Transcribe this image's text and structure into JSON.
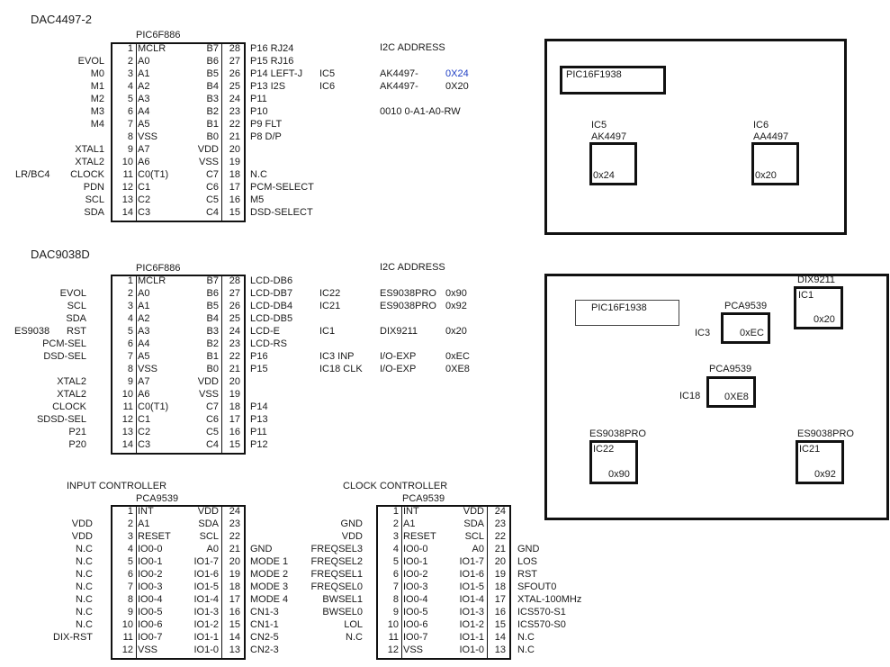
{
  "sections": {
    "dac4497": {
      "title": "DAC4497-2",
      "chip": "PIC6F886",
      "rows": [
        {
          "lsig": "",
          "pl": "1",
          "il": "MCLR",
          "ir": "B7",
          "pr": "28",
          "rsig": "P16 RJ24"
        },
        {
          "lsig": "EVOL",
          "pl": "2",
          "il": "A0",
          "ir": "B6",
          "pr": "27",
          "rsig": "P15 RJ16"
        },
        {
          "lsig": "M0",
          "pl": "3",
          "il": "A1",
          "ir": "B5",
          "pr": "26",
          "rsig": "P14 LEFT-J"
        },
        {
          "lsig": "M1",
          "pl": "4",
          "il": "A2",
          "ir": "B4",
          "pr": "25",
          "rsig": "P13 I2S"
        },
        {
          "lsig": "M2",
          "pl": "5",
          "il": "A3",
          "ir": "B3",
          "pr": "24",
          "rsig": "P11"
        },
        {
          "lsig": "M3",
          "pl": "6",
          "il": "A4",
          "ir": "B2",
          "pr": "23",
          "rsig": "P10"
        },
        {
          "lsig": "M4",
          "pl": "7",
          "il": "A5",
          "ir": "B1",
          "pr": "22",
          "rsig": "P9   FLT"
        },
        {
          "lsig": "",
          "pl": "8",
          "il": "VSS",
          "ir": "B0",
          "pr": "21",
          "rsig": "P8   D/P"
        },
        {
          "lsig": "XTAL1",
          "pl": "9",
          "il": "A7",
          "ir": "VDD",
          "pr": "20",
          "rsig": ""
        },
        {
          "lsig": "XTAL2",
          "pl": "10",
          "il": "A6",
          "ir": "VSS",
          "pr": "19",
          "rsig": ""
        },
        {
          "lsig": "CLOCK",
          "pl": "11",
          "il": "C0(T1)",
          "ir": "C7",
          "pr": "18",
          "rsig": "N.C"
        },
        {
          "lsig": "PDN",
          "pl": "12",
          "il": "C1",
          "ir": "C6",
          "pr": "17",
          "rsig": "PCM-SELECT"
        },
        {
          "lsig": "SCL",
          "pl": "13",
          "il": "C2",
          "ir": "C5",
          "pr": "16",
          "rsig": "M5"
        },
        {
          "lsig": "SDA",
          "pl": "14",
          "il": "C3",
          "ir": "C4",
          "pr": "15",
          "rsig": "DSD-SELECT"
        }
      ],
      "extra_left": [
        {
          "row": 10,
          "text": "LR/BC4"
        }
      ],
      "i2c": {
        "title": "I2C ADDRESS",
        "rows": [
          {
            "row": 2,
            "a": "IC5",
            "b": "AK4497-",
            "c": "0X24",
            "blue": true
          },
          {
            "row": 3,
            "a": "IC6",
            "b": "AK4497-",
            "c": "0X20",
            "blue": false
          },
          {
            "row": 5,
            "a": "",
            "b": "0010 0-A1-A0-RW",
            "c": "",
            "blue": false
          }
        ]
      }
    },
    "dac9038": {
      "title": "DAC9038D",
      "chip": "PIC6F886",
      "rows": [
        {
          "lsig": "",
          "pl": "1",
          "il": "MCLR",
          "ir": "B7",
          "pr": "28",
          "rsig": "LCD-DB6"
        },
        {
          "lsig": "EVOL",
          "pl": "2",
          "il": "A0",
          "ir": "B6",
          "pr": "27",
          "rsig": "LCD-DB7"
        },
        {
          "lsig": "SCL",
          "pl": "3",
          "il": "A1",
          "ir": "B5",
          "pr": "26",
          "rsig": "LCD-DB4"
        },
        {
          "lsig": "SDA",
          "pl": "4",
          "il": "A2",
          "ir": "B4",
          "pr": "25",
          "rsig": "LCD-DB5"
        },
        {
          "lsig": "RST",
          "pl": "5",
          "il": "A3",
          "ir": "B3",
          "pr": "24",
          "rsig": "LCD-E"
        },
        {
          "lsig": "PCM-SEL",
          "pl": "6",
          "il": "A4",
          "ir": "B2",
          "pr": "23",
          "rsig": "LCD-RS"
        },
        {
          "lsig": "DSD-SEL",
          "pl": "7",
          "il": "A5",
          "ir": "B1",
          "pr": "22",
          "rsig": "P16"
        },
        {
          "lsig": "",
          "pl": "8",
          "il": "VSS",
          "ir": "B0",
          "pr": "21",
          "rsig": "P15"
        },
        {
          "lsig": "XTAL2",
          "pl": "9",
          "il": "A7",
          "ir": "VDD",
          "pr": "20",
          "rsig": ""
        },
        {
          "lsig": "XTAL2",
          "pl": "10",
          "il": "A6",
          "ir": "VSS",
          "pr": "19",
          "rsig": ""
        },
        {
          "lsig": "CLOCK",
          "pl": "11",
          "il": "C0(T1)",
          "ir": "C7",
          "pr": "18",
          "rsig": "P14"
        },
        {
          "lsig": "SDSD-SEL",
          "pl": "12",
          "il": "C1",
          "ir": "C6",
          "pr": "17",
          "rsig": "P13"
        },
        {
          "lsig": "P21",
          "pl": "13",
          "il": "C2",
          "ir": "C5",
          "pr": "16",
          "rsig": "P11"
        },
        {
          "lsig": "P20",
          "pl": "14",
          "il": "C3",
          "ir": "C4",
          "pr": "15",
          "rsig": "P12"
        }
      ],
      "extra_left": [
        {
          "row": 4,
          "text": "ES9038"
        }
      ],
      "i2c": {
        "title": "I2C ADDRESS",
        "rows": [
          {
            "row": 1,
            "a": "IC22",
            "b": "ES9038PRO",
            "c": "0x90",
            "blue": false
          },
          {
            "row": 2,
            "a": "IC21",
            "b": "ES9038PRO",
            "c": "0x92",
            "blue": false
          },
          {
            "row": 4,
            "a": "IC1",
            "b": "DIX9211",
            "c": "0x20",
            "blue": false
          },
          {
            "row": 6,
            "a": "IC3  INP",
            "b": "I/O-EXP",
            "c": "0xEC",
            "blue": false
          },
          {
            "row": 7,
            "a": "IC18 CLK",
            "b": "I/O-EXP",
            "c": "0XE8",
            "blue": false
          }
        ]
      }
    },
    "input_ctrl": {
      "title": "INPUT CONTROLLER",
      "chip": "PCA9539",
      "rows": [
        {
          "lsig": "",
          "pl": "1",
          "il": "INT",
          "ir": "VDD",
          "pr": "24",
          "rsig": ""
        },
        {
          "lsig": "VDD",
          "pl": "2",
          "il": "A1",
          "ir": "SDA",
          "pr": "23",
          "rsig": ""
        },
        {
          "lsig": "VDD",
          "pl": "3",
          "il": "RESET",
          "ir": "SCL",
          "pr": "22",
          "rsig": ""
        },
        {
          "lsig": "N.C",
          "pl": "4",
          "il": "IO0-0",
          "ir": "A0",
          "pr": "21",
          "rsig": "GND"
        },
        {
          "lsig": "N.C",
          "pl": "5",
          "il": "IO0-1",
          "ir": "IO1-7",
          "pr": "20",
          "rsig": "MODE 1"
        },
        {
          "lsig": "N.C",
          "pl": "6",
          "il": "IO0-2",
          "ir": "IO1-6",
          "pr": "19",
          "rsig": "MODE 2"
        },
        {
          "lsig": "N.C",
          "pl": "7",
          "il": "IO0-3",
          "ir": "IO1-5",
          "pr": "18",
          "rsig": "MODE 3"
        },
        {
          "lsig": "N.C",
          "pl": "8",
          "il": "IO0-4",
          "ir": "IO1-4",
          "pr": "17",
          "rsig": "MODE 4"
        },
        {
          "lsig": "N.C",
          "pl": "9",
          "il": "IO0-5",
          "ir": "IO1-3",
          "pr": "16",
          "rsig": "CN1-3"
        },
        {
          "lsig": "N.C",
          "pl": "10",
          "il": "IO0-6",
          "ir": "IO1-2",
          "pr": "15",
          "rsig": "CN1-1"
        },
        {
          "lsig": "DIX-RST",
          "pl": "11",
          "il": "IO0-7",
          "ir": "IO1-1",
          "pr": "14",
          "rsig": "CN2-5"
        },
        {
          "lsig": "",
          "pl": "12",
          "il": "VSS",
          "ir": "IO1-0",
          "pr": "13",
          "rsig": "CN2-3"
        }
      ]
    },
    "clock_ctrl": {
      "title": "CLOCK CONTROLLER",
      "chip": "PCA9539",
      "rows": [
        {
          "lsig": "",
          "pl": "1",
          "il": "INT",
          "ir": "VDD",
          "pr": "24",
          "rsig": ""
        },
        {
          "lsig": "GND",
          "pl": "2",
          "il": "A1",
          "ir": "SDA",
          "pr": "23",
          "rsig": ""
        },
        {
          "lsig": "VDD",
          "pl": "3",
          "il": "RESET",
          "ir": "SCL",
          "pr": "22",
          "rsig": ""
        },
        {
          "lsig": "FREQSEL3",
          "pl": "4",
          "il": "IO0-0",
          "ir": "A0",
          "pr": "21",
          "rsig": "GND"
        },
        {
          "lsig": "FREQSEL2",
          "pl": "5",
          "il": "IO0-1",
          "ir": "IO1-7",
          "pr": "20",
          "rsig": "LOS"
        },
        {
          "lsig": "FREQSEL1",
          "pl": "6",
          "il": "IO0-2",
          "ir": "IO1-6",
          "pr": "19",
          "rsig": "RST"
        },
        {
          "lsig": "FREQSEL0",
          "pl": "7",
          "il": "IO0-3",
          "ir": "IO1-5",
          "pr": "18",
          "rsig": "SFOUT0"
        },
        {
          "lsig": "BWSEL1",
          "pl": "8",
          "il": "IO0-4",
          "ir": "IO1-4",
          "pr": "17",
          "rsig": "XTAL-100MHz"
        },
        {
          "lsig": "BWSEL0",
          "pl": "9",
          "il": "IO0-5",
          "ir": "IO1-3",
          "pr": "16",
          "rsig": "ICS570-S1"
        },
        {
          "lsig": "LOL",
          "pl": "10",
          "il": "IO0-6",
          "ir": "IO1-2",
          "pr": "15",
          "rsig": "ICS570-S0"
        },
        {
          "lsig": "N.C",
          "pl": "11",
          "il": "IO0-7",
          "ir": "IO1-1",
          "pr": "14",
          "rsig": "N.C"
        },
        {
          "lsig": "",
          "pl": "12",
          "il": "VSS",
          "ir": "IO1-0",
          "pr": "13",
          "rsig": "N.C"
        }
      ]
    }
  },
  "board1": {
    "pic": "PIC16F1938",
    "ic5_label": "IC5",
    "ic5_part": "AK4497",
    "ic5_addr": "0x24",
    "ic6_label": "IC6",
    "ic6_part": "AA4497",
    "ic6_addr": "0x20"
  },
  "board2": {
    "pic": "PIC16F1938",
    "dix_part": "DIX9211",
    "dix_label": "IC1",
    "dix_addr": "0x20",
    "pca1_part": "PCA9539",
    "pca1_label": "IC3",
    "pca1_addr": "0xEC",
    "pca2_part": "PCA9539",
    "pca2_label": "IC18",
    "pca2_addr": "0XE8",
    "es1_part": "ES9038PRO",
    "es1_label": "IC22",
    "es1_addr": "0x90",
    "es2_part": "ES9038PRO",
    "es2_label": "IC21",
    "es2_addr": "0x92"
  }
}
